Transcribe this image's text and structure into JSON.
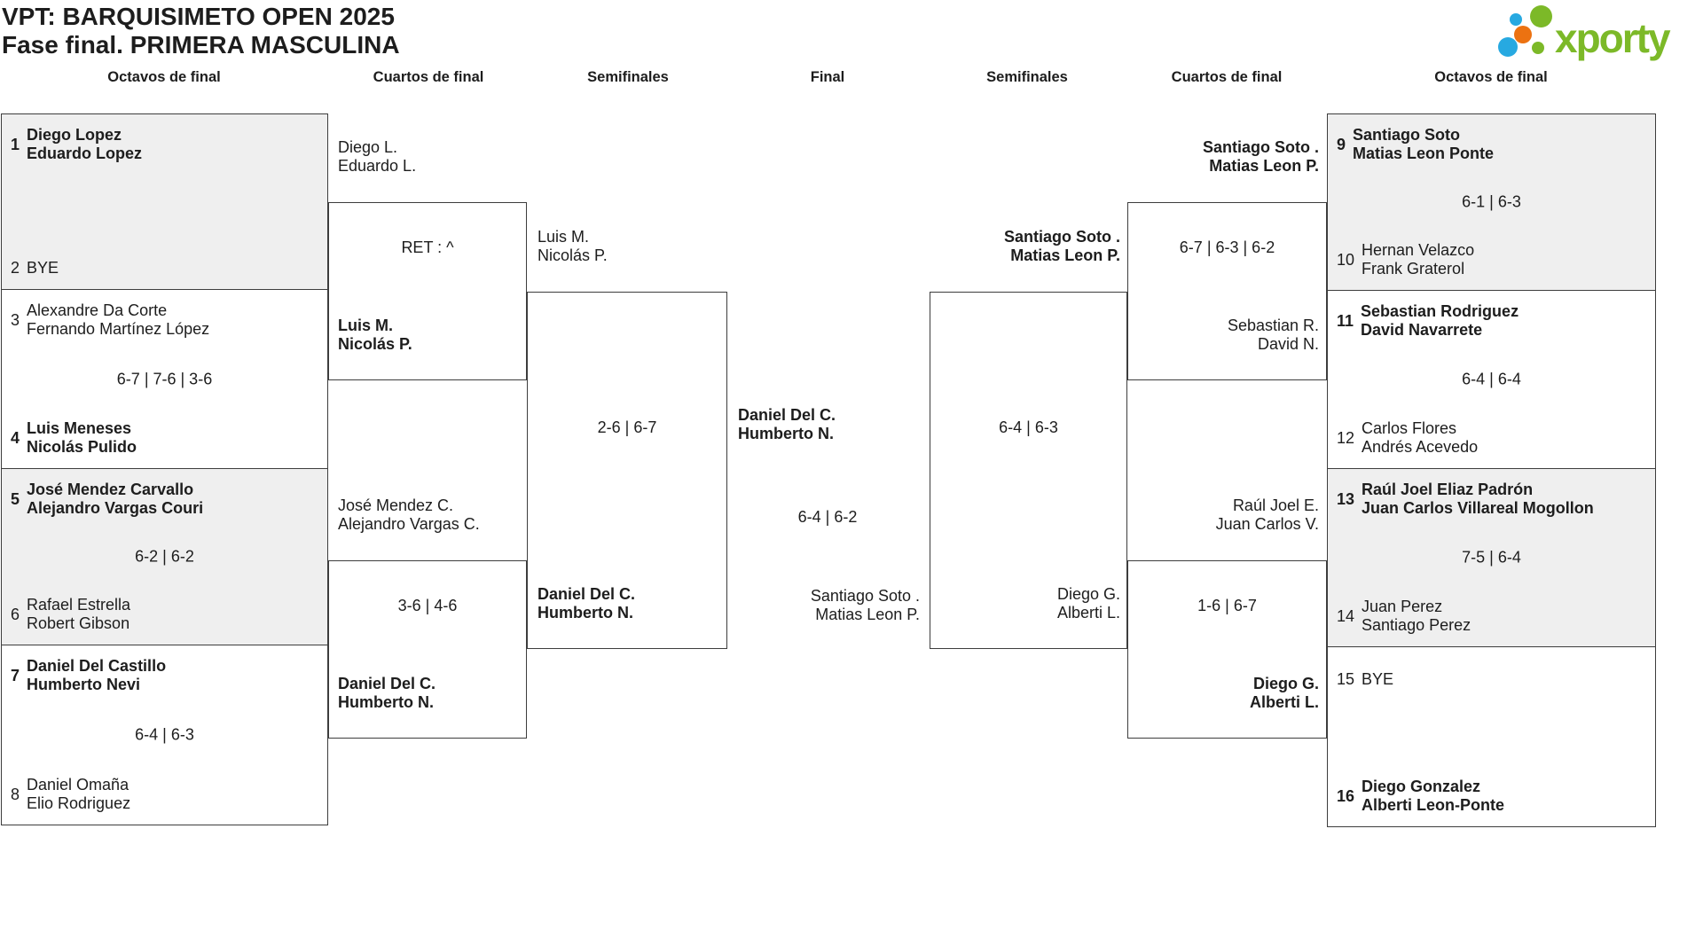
{
  "title": {
    "line1": "VPT: BARQUISIMETO OPEN 2025",
    "line2": "Fase final. PRIMERA MASCULINA"
  },
  "logo": {
    "text": "xporty",
    "green": "#7cb928",
    "blue": "#27a9e1",
    "orange": "#ec7211"
  },
  "round_headers": [
    "Octavos de final",
    "Cuartos de final",
    "Semifinales",
    "Final",
    "Semifinales",
    "Cuartos de final",
    "Octavos de final"
  ],
  "octavos_left": [
    {
      "seed1": "1",
      "team1": [
        "Diego Lopez",
        "Eduardo Lopez"
      ],
      "score": "",
      "seed2": "2",
      "team2": [
        "BYE"
      ],
      "winner": "team1"
    },
    {
      "seed1": "3",
      "team1": [
        "Alexandre Da Corte",
        "Fernando Martínez López"
      ],
      "score": "6-7 | 7-6 | 3-6",
      "seed2": "4",
      "team2": [
        "Luis Meneses",
        "Nicolás Pulido"
      ],
      "winner": "team2"
    },
    {
      "seed1": "5",
      "team1": [
        "José Mendez Carvallo",
        "Alejandro Vargas Couri"
      ],
      "score": "6-2 | 6-2",
      "seed2": "6",
      "team2": [
        "Rafael Estrella",
        "Robert Gibson"
      ],
      "winner": "team1"
    },
    {
      "seed1": "7",
      "team1": [
        "Daniel Del Castillo",
        "Humberto Nevi"
      ],
      "score": "6-4 | 6-3",
      "seed2": "8",
      "team2": [
        "Daniel Omaña",
        "Elio Rodriguez"
      ],
      "winner": "team1"
    }
  ],
  "octavos_right": [
    {
      "seed1": "9",
      "team1": [
        "Santiago Soto",
        "Matias Leon Ponte"
      ],
      "score": "6-1 | 6-3",
      "seed2": "10",
      "team2": [
        "Hernan Velazco",
        "Frank Graterol"
      ],
      "winner": "team1"
    },
    {
      "seed1": "11",
      "team1": [
        "Sebastian Rodriguez",
        "David Navarrete"
      ],
      "score": "6-4 | 6-4",
      "seed2": "12",
      "team2": [
        "Carlos Flores",
        "Andrés Acevedo"
      ],
      "winner": "team1"
    },
    {
      "seed1": "13",
      "team1": [
        "Raúl Joel Eliaz Padrón",
        "Juan Carlos Villareal Mogollon"
      ],
      "score": "7-5 | 6-4",
      "seed2": "14",
      "team2": [
        "Juan Perez",
        "Santiago Perez"
      ],
      "winner": "team1"
    },
    {
      "seed1": "15",
      "team1": [
        "BYE"
      ],
      "score": "",
      "seed2": "16",
      "team2": [
        "Diego Gonzalez",
        "Alberti Leon-Ponte"
      ],
      "winner": "team2"
    }
  ],
  "quarterfinals": {
    "left_top": {
      "team1": [
        "Diego L.",
        "Eduardo L."
      ],
      "score": "RET : ^",
      "team2": [
        "Luis M.",
        "Nicolás P."
      ],
      "winner": "team2"
    },
    "left_bottom": {
      "team1": [
        "José Mendez C.",
        "Alejandro Vargas C."
      ],
      "score": "3-6 | 4-6",
      "team2": [
        "Daniel Del C.",
        "Humberto N."
      ],
      "winner": "team2"
    },
    "right_top": {
      "team1": [
        "Santiago Soto .",
        "Matias Leon P."
      ],
      "score": "6-7 | 6-3 | 6-2",
      "team2": [
        "Sebastian R.",
        "David N."
      ],
      "winner": "team1"
    },
    "right_bottom": {
      "team1": [
        "Raúl Joel E.",
        "Juan Carlos V."
      ],
      "score": "1-6 | 6-7",
      "team2": [
        "Diego G.",
        "Alberti L."
      ],
      "winner": "team2"
    }
  },
  "semifinals": {
    "left": {
      "team1": [
        "Luis M.",
        "Nicolás P."
      ],
      "score": "2-6 | 6-7",
      "team2": [
        "Daniel Del C.",
        "Humberto N."
      ],
      "winner": "team2"
    },
    "right": {
      "team1": [
        "Santiago Soto .",
        "Matias Leon P."
      ],
      "score": "6-4 | 6-3",
      "team2": [
        "Diego G.",
        "Alberti L."
      ],
      "winner": "team1"
    }
  },
  "final": {
    "team1": [
      "Daniel Del C.",
      "Humberto N."
    ],
    "score": "6-4 | 6-2",
    "team2": [
      "Santiago Soto .",
      "Matias Leon P."
    ],
    "winner": "team1"
  }
}
